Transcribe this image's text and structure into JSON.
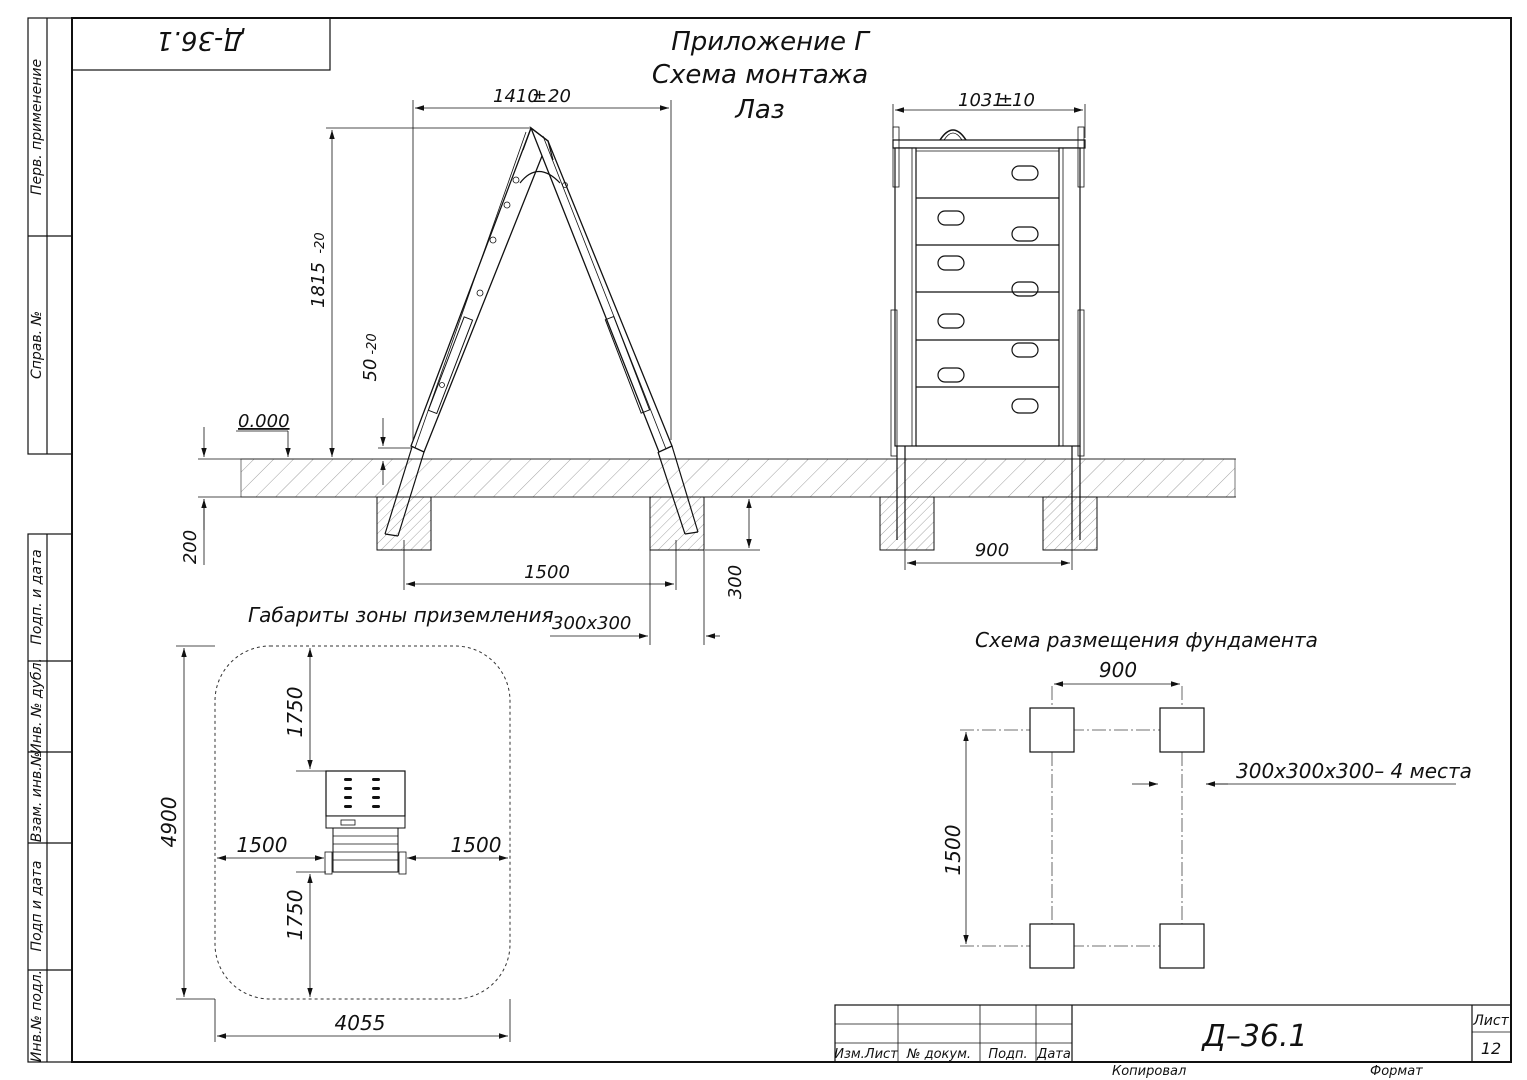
{
  "title": {
    "appendix": "Приложение Г",
    "scheme": "Схема монтажа",
    "item": "Лаз"
  },
  "stamp_code": "Д-36.1",
  "side_labels": {
    "perv": "Перв. применение",
    "sprav": "Справ. №",
    "podp_data_1": "Подп. и дата",
    "inv_dubl": "Инв. № дубл.",
    "vzam_inv": "Взам. инв.№",
    "podp_data_2": "Подп и дата",
    "inv_podl": "Инв.№ подл."
  },
  "front_view": {
    "width_dim": "1410",
    "width_tol": "±",
    "width_tol_val": "20",
    "height_dim": "1815",
    "height_tol": "-20",
    "depth_dim": "50",
    "depth_tol": "-20",
    "level": "0.000",
    "foundation_depth": "200",
    "span": "1500",
    "footing_height": "300",
    "footing_size": "300х300"
  },
  "side_view": {
    "width_dim": "1031",
    "width_tol": "±",
    "width_tol_val": "10",
    "span": "900"
  },
  "landing_zone": {
    "title": "Габариты зоны приземления",
    "height": "4900",
    "top": "1750",
    "bottom": "1750",
    "left": "1500",
    "right": "1500",
    "width": "4055"
  },
  "foundation_plan": {
    "title": "Схема размещения фундамента",
    "width": "900",
    "height": "1500",
    "note": "300х300х300– 4 места"
  },
  "title_block": {
    "code": "Д–36.1",
    "sheet_label": "Лист",
    "sheet_number": "12",
    "izm_list": "Изм.Лист",
    "n_dokum": "№ докум.",
    "podp": "Подп.",
    "data": "Дата",
    "kopiroval": "Копировал",
    "format": "Формат"
  }
}
